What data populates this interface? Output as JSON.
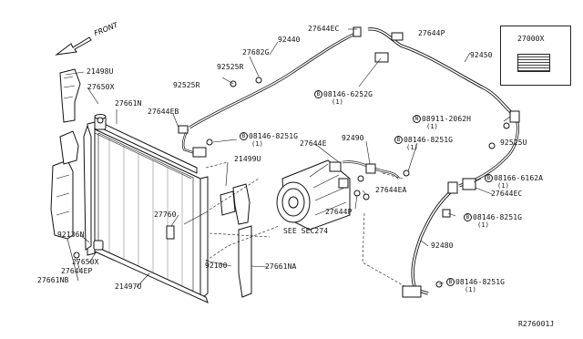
{
  "labels": {
    "front": "FRONT",
    "p_21498U": "21498U",
    "p_27650X_top": "27650X",
    "p_27661N": "27661N",
    "p_27644EB": "27644EB",
    "p_92525R_a": "92525R",
    "p_92525R_b": "92525R",
    "p_27682G": "27682G",
    "p_92440": "92440",
    "p_27644EC_top": "27644EC",
    "p_27644P_top": "27644P",
    "p_27000X": "27000X",
    "p_92450": "92450",
    "bolt_08146_6252G": "08146-6252G",
    "bolt_08146_6252G_qty": "(1)",
    "bolt_08146_8251G_a": "08146-8251G",
    "bolt_08146_8251G_a_qty": "(1)",
    "p_27644E": "27644E",
    "p_92490": "92490",
    "bolt_08146_8251G_b": "08146-8251G",
    "bolt_08146_8251G_b_qty": "(1)",
    "nut_08911_2062H": "08911-2062H",
    "nut_08911_2062H_qty": "(1)",
    "p_92525U": "92525U",
    "bolt_08166_6162A": "08166-6162A",
    "bolt_08166_6162A_qty": "(1)",
    "p_27644EC_right": "27644EC",
    "p_21499U": "21499U",
    "p_27644EA": "27644EA",
    "p_27760": "27760",
    "p_27644P_mid": "27644P",
    "see_sec": "SEE SEC274",
    "bolt_08146_8251G_c": "08146-8251G",
    "bolt_08146_8251G_c_qty": "(1)",
    "p_92480": "92480",
    "p_92136N": "92136N",
    "p_27650X_bot": "27650X",
    "p_27644EP": "27644EP",
    "p_27661NB": "27661NB",
    "p_21497U": "21497U",
    "p_92100": "92100",
    "p_27661NA": "27661NA",
    "bolt_08146_8251G_d": "08146-8251G",
    "bolt_08146_8251G_d_qty": "(1)",
    "ref": "R276001J",
    "b_marker": "B",
    "n_marker": "N"
  }
}
